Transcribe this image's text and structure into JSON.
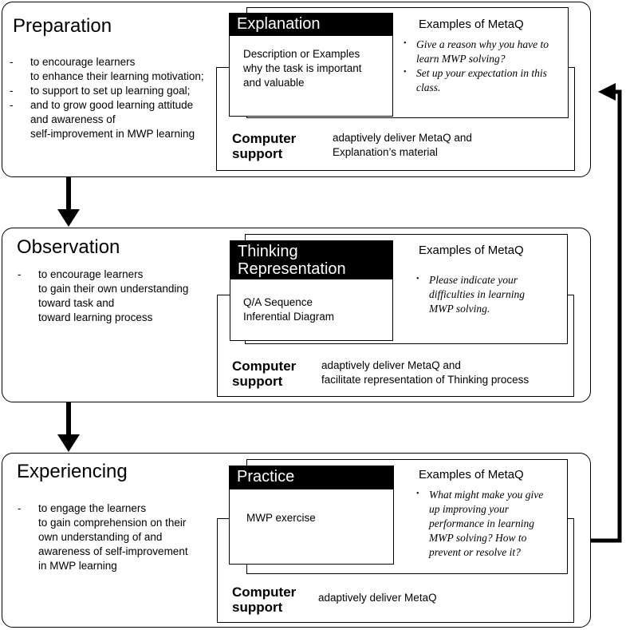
{
  "stages": [
    {
      "id": "preparation",
      "title": "Preparation",
      "goals": [
        "to encourage learners\nto enhance their learning motivation;",
        "to support to set up learning goal;",
        "and to grow good learning attitude\nand awareness of\nself-improvement in MWP learning"
      ],
      "card": {
        "header": "Explanation",
        "body": "Description or Examples\nwhy the task is important\nand valuable"
      },
      "metaq": {
        "title": "Examples of MetaQ",
        "items": [
          "Give a reason why you have to learn MWP solving?",
          "Set up your expectation in this class."
        ]
      },
      "computer_support": {
        "label": "Computer\nsupport",
        "text": "adaptively deliver MetaQ and\nExplanation’s material"
      }
    },
    {
      "id": "observation",
      "title": "Observation",
      "goals": [
        "to encourage learners\nto gain their own understanding\ntoward task and\ntoward learning process"
      ],
      "card": {
        "header": "Thinking\nRepresentation",
        "body": "Q/A Sequence\nInferential Diagram"
      },
      "metaq": {
        "title": "Examples of MetaQ",
        "items": [
          "Please indicate your difficulties in learning MWP solving."
        ]
      },
      "computer_support": {
        "label": "Computer\nsupport",
        "text": "adaptively deliver MetaQ and\nfacilitate representation of Thinking process"
      }
    },
    {
      "id": "experiencing",
      "title": "Experiencing",
      "goals": [
        "to engage the learners\nto gain comprehension on their\nown understanding of and\nawareness of self-improvement\nin MWP learning"
      ],
      "card": {
        "header": "Practice",
        "body": "MWP exercise"
      },
      "metaq": {
        "title": "Examples of MetaQ",
        "items": [
          "What might make you give up improving your performance in learning MWP solving? How to prevent or resolve it?"
        ]
      },
      "computer_support": {
        "label": "Computer\nsupport",
        "text": "adaptively deliver MetaQ"
      }
    }
  ]
}
